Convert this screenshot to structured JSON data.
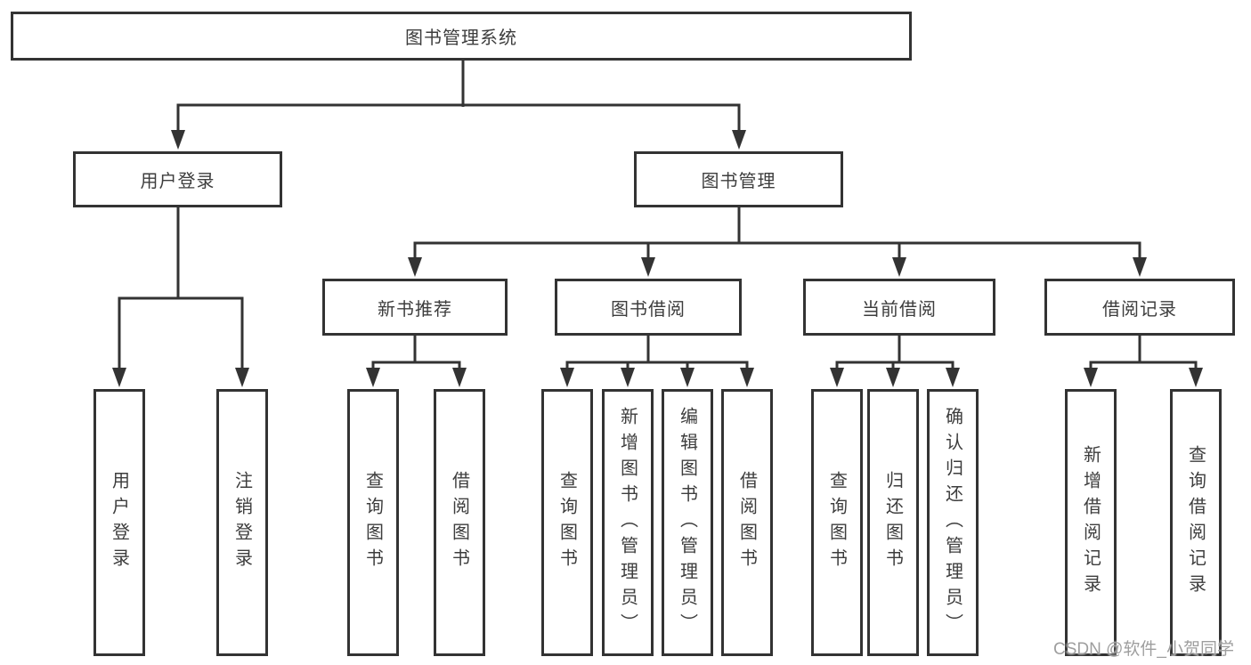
{
  "diagram_type": "hierarchy-tree",
  "tree": {
    "label": "图书管理系统",
    "children": [
      {
        "label": "用户登录",
        "children": [
          {
            "label": "用户登录"
          },
          {
            "label": "注销登录"
          }
        ]
      },
      {
        "label": "图书管理",
        "children": [
          {
            "label": "新书推荐",
            "children": [
              {
                "label": "查询图书"
              },
              {
                "label": "借阅图书"
              }
            ]
          },
          {
            "label": "图书借阅",
            "children": [
              {
                "label": "查询图书"
              },
              {
                "label": "新增图书（管理员）"
              },
              {
                "label": "编辑图书（管理员）"
              },
              {
                "label": "借阅图书"
              }
            ]
          },
          {
            "label": "当前借阅",
            "children": [
              {
                "label": "查询图书"
              },
              {
                "label": "归还图书"
              },
              {
                "label": "确认归还（管理员）"
              }
            ]
          },
          {
            "label": "借阅记录",
            "children": [
              {
                "label": "新增借阅记录"
              },
              {
                "label": "查询借阅记录"
              }
            ]
          }
        ]
      }
    ]
  },
  "watermark": {
    "text": "CSDN @软件_小贺同学"
  },
  "colors": {
    "line": "#333333",
    "text": "#3d3d3d",
    "watermark": "#9e9e9e",
    "background": "#ffffff"
  }
}
